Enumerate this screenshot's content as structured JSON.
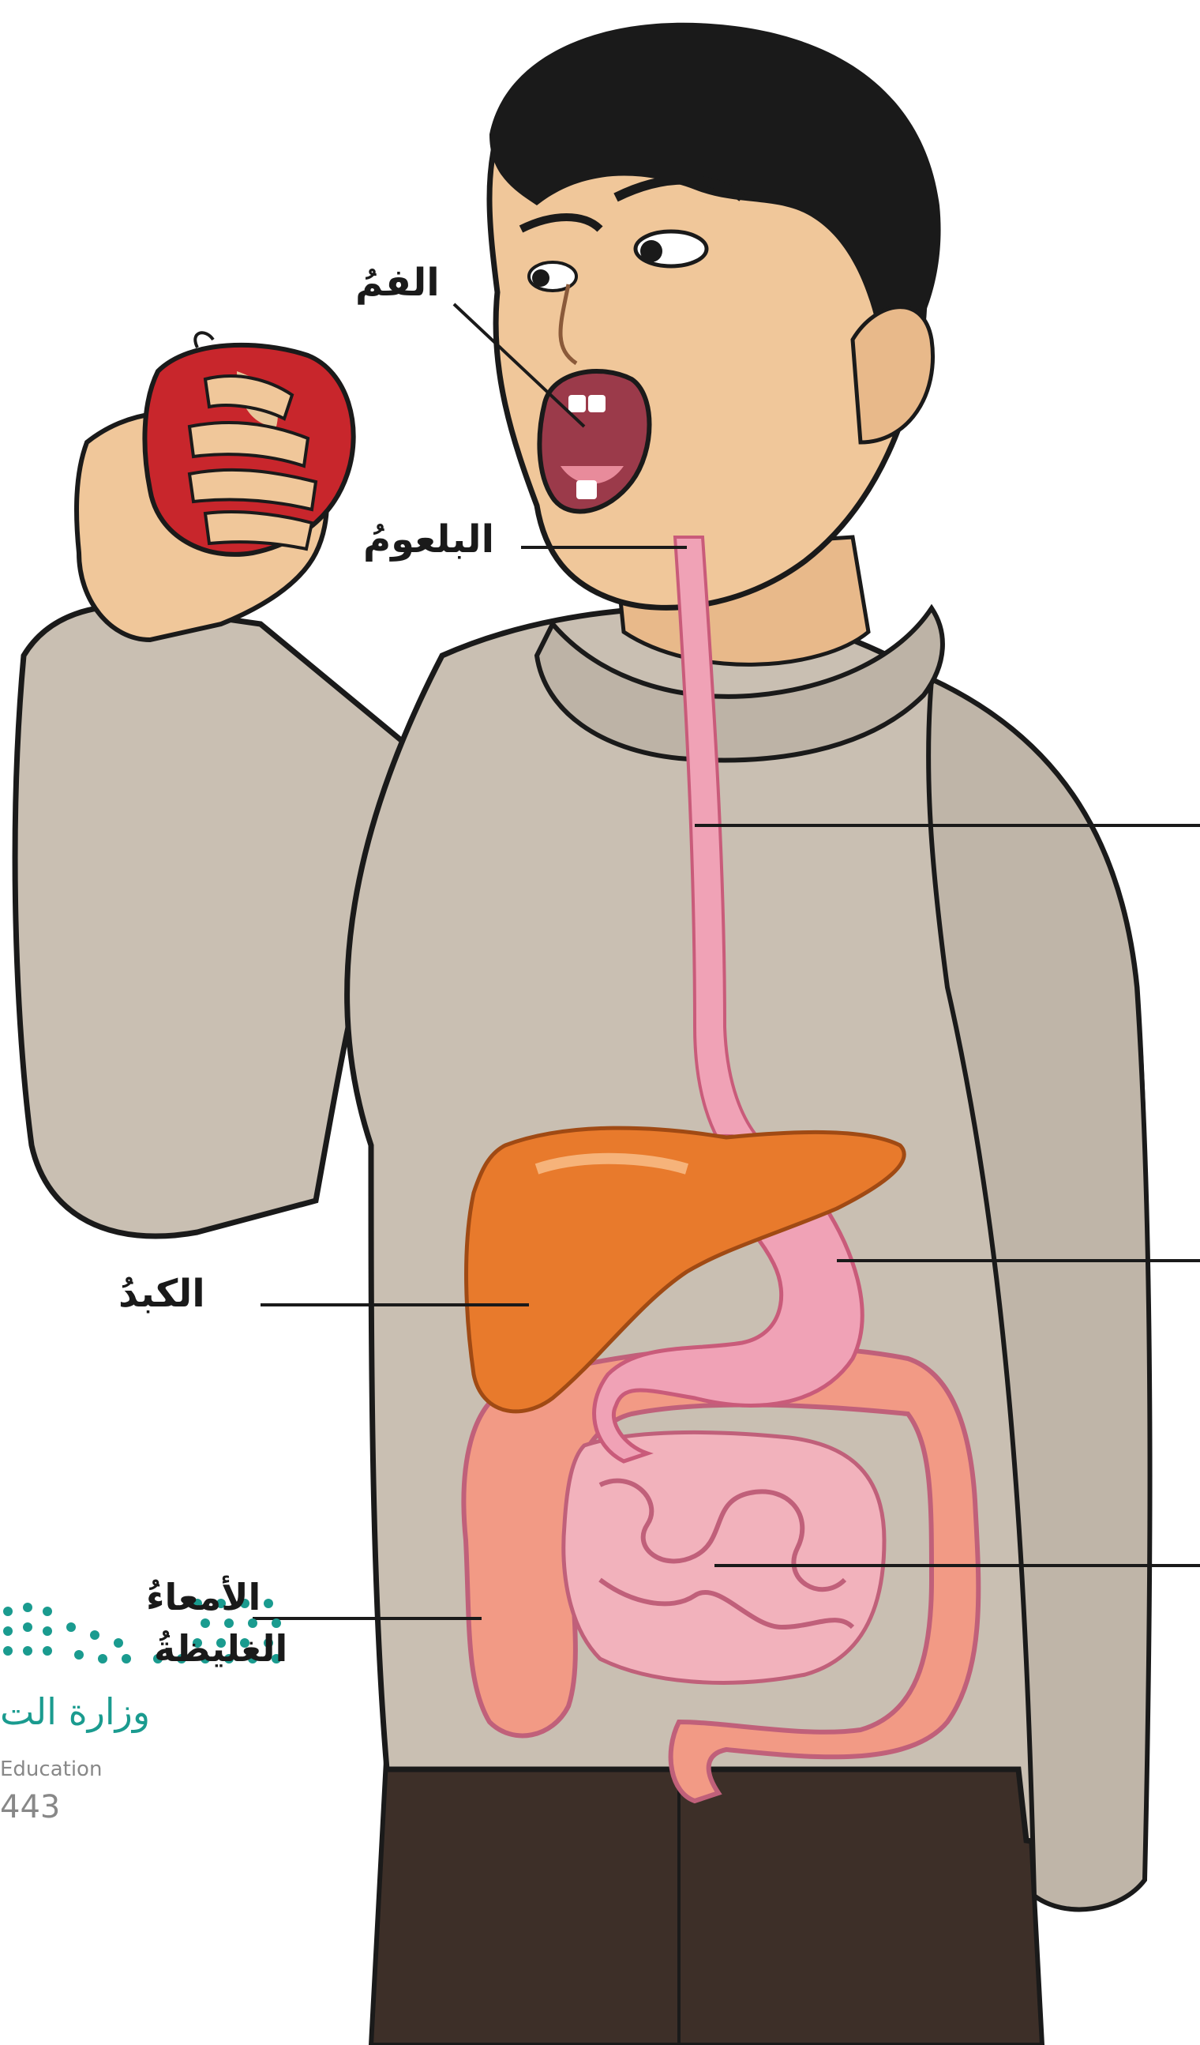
{
  "labels": {
    "mouth": "الفمُ",
    "pharynx": "البلعومُ",
    "liver": "الكبدُ",
    "large_intestine_line1": "الأمعاءُ",
    "large_intestine_line2": "الغليظةُ"
  },
  "watermark": {
    "arabic": "وزارة الت",
    "english": "Education",
    "year": "443"
  },
  "colors": {
    "skin": "#f0c79a",
    "sweater": "#c9bfb2",
    "pants": "#3d2f28",
    "hair": "#1a1a1a",
    "liver": "#e87a2c",
    "digestive_tract": "#f0a2b6",
    "intestine": "#f29a85",
    "apple": "#c8262c",
    "watermark": "#1a9b8f"
  }
}
